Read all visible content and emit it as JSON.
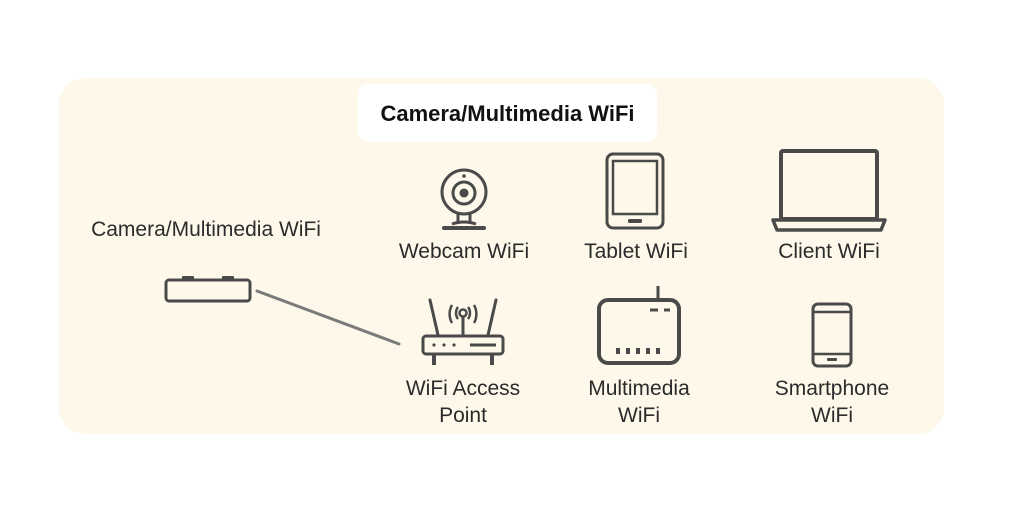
{
  "diagram": {
    "group_title": "Camera/Multimedia WiFi",
    "external_device": {
      "label": "Camera/Multimedia WiFi",
      "icon": "device-icon"
    },
    "devices": [
      {
        "id": "webcam",
        "label": "Webcam WiFi",
        "icon": "webcam-icon"
      },
      {
        "id": "tablet",
        "label": "Tablet WiFi",
        "icon": "tablet-icon"
      },
      {
        "id": "client",
        "label": "Client WiFi",
        "icon": "laptop-icon"
      },
      {
        "id": "access_point",
        "label": "WiFi Access Point",
        "icon": "router-icon"
      },
      {
        "id": "multimedia",
        "label": "Multimedia WiFi",
        "icon": "multimedia-box-icon"
      },
      {
        "id": "smartphone",
        "label": "Smartphone WiFi",
        "icon": "smartphone-icon"
      }
    ],
    "connection": {
      "from": "external_device",
      "to": "access_point"
    },
    "colors": {
      "panel": "#fdf8ea",
      "icon_stroke": "#4a4a4a",
      "link": "#7a7a7a"
    }
  }
}
